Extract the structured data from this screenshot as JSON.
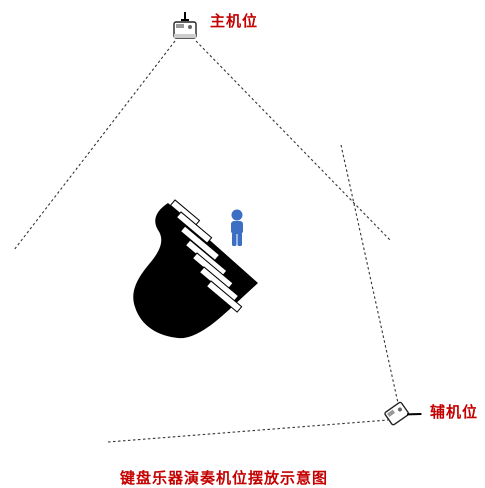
{
  "labels": {
    "main_camera": "主机位",
    "aux_camera": "辅机位",
    "caption": "键盘乐器演奏机位摆放示意图"
  },
  "colors": {
    "label": "#c40000",
    "piano": "#000000",
    "performer": "#3a6fc4",
    "lines": "#333333"
  },
  "icons": {
    "main_camera": "camera-icon",
    "aux_camera": "camera-icon",
    "performer": "person-icon",
    "piano": "grand-piano-icon"
  }
}
